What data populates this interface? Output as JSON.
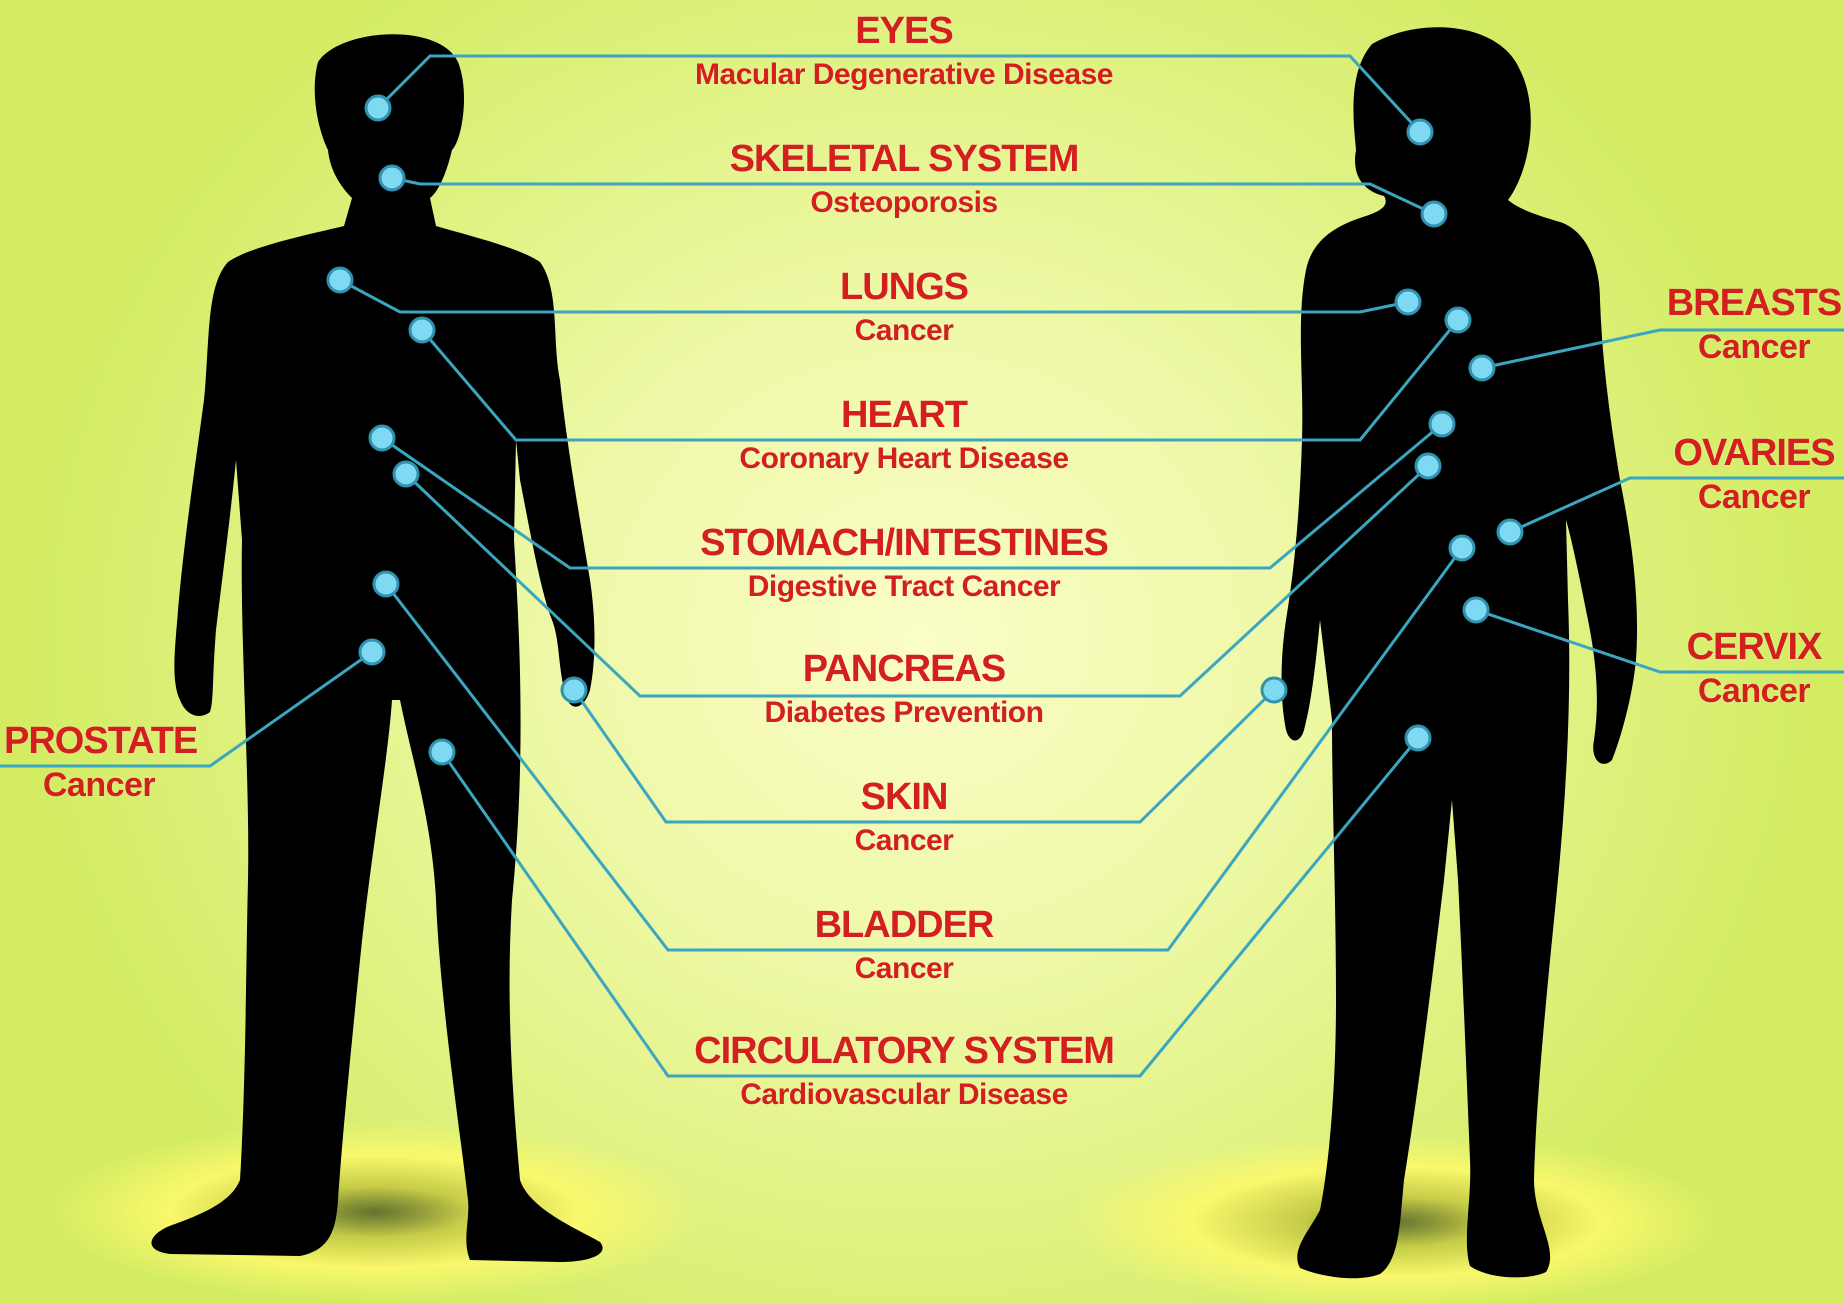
{
  "colors": {
    "label_red": "#d41f1f",
    "connector": "#3aa6c0",
    "dot": "#7fd9f2",
    "silhouette": "#000000",
    "background_center": "#fafdc6",
    "background_edge": "#d3ec62"
  },
  "figures": [
    "male-silhouette",
    "female-silhouette"
  ],
  "labels": {
    "eyes": {
      "title": "EYES",
      "subtitle": "Macular Degenerative Disease"
    },
    "skeletal": {
      "title": "SKELETAL SYSTEM",
      "subtitle": "Osteoporosis"
    },
    "lungs": {
      "title": "LUNGS",
      "subtitle": "Cancer"
    },
    "heart": {
      "title": "HEART",
      "subtitle": "Coronary Heart Disease"
    },
    "stomach": {
      "title": "STOMACH/INTESTINES",
      "subtitle": "Digestive Tract Cancer"
    },
    "pancreas": {
      "title": "PANCREAS",
      "subtitle": "Diabetes Prevention"
    },
    "skin": {
      "title": "SKIN",
      "subtitle": "Cancer"
    },
    "bladder": {
      "title": "BLADDER",
      "subtitle": "Cancer"
    },
    "circulatory": {
      "title": "CIRCULATORY SYSTEM",
      "subtitle": "Cardiovascular Disease"
    },
    "prostate": {
      "title": "PROSTATE",
      "subtitle": "Cancer"
    },
    "breasts": {
      "title": "BREASTS",
      "subtitle": "Cancer"
    },
    "ovaries": {
      "title": "OVARIES",
      "subtitle": "Cancer"
    },
    "cervix": {
      "title": "CERVIX",
      "subtitle": "Cancer"
    }
  }
}
